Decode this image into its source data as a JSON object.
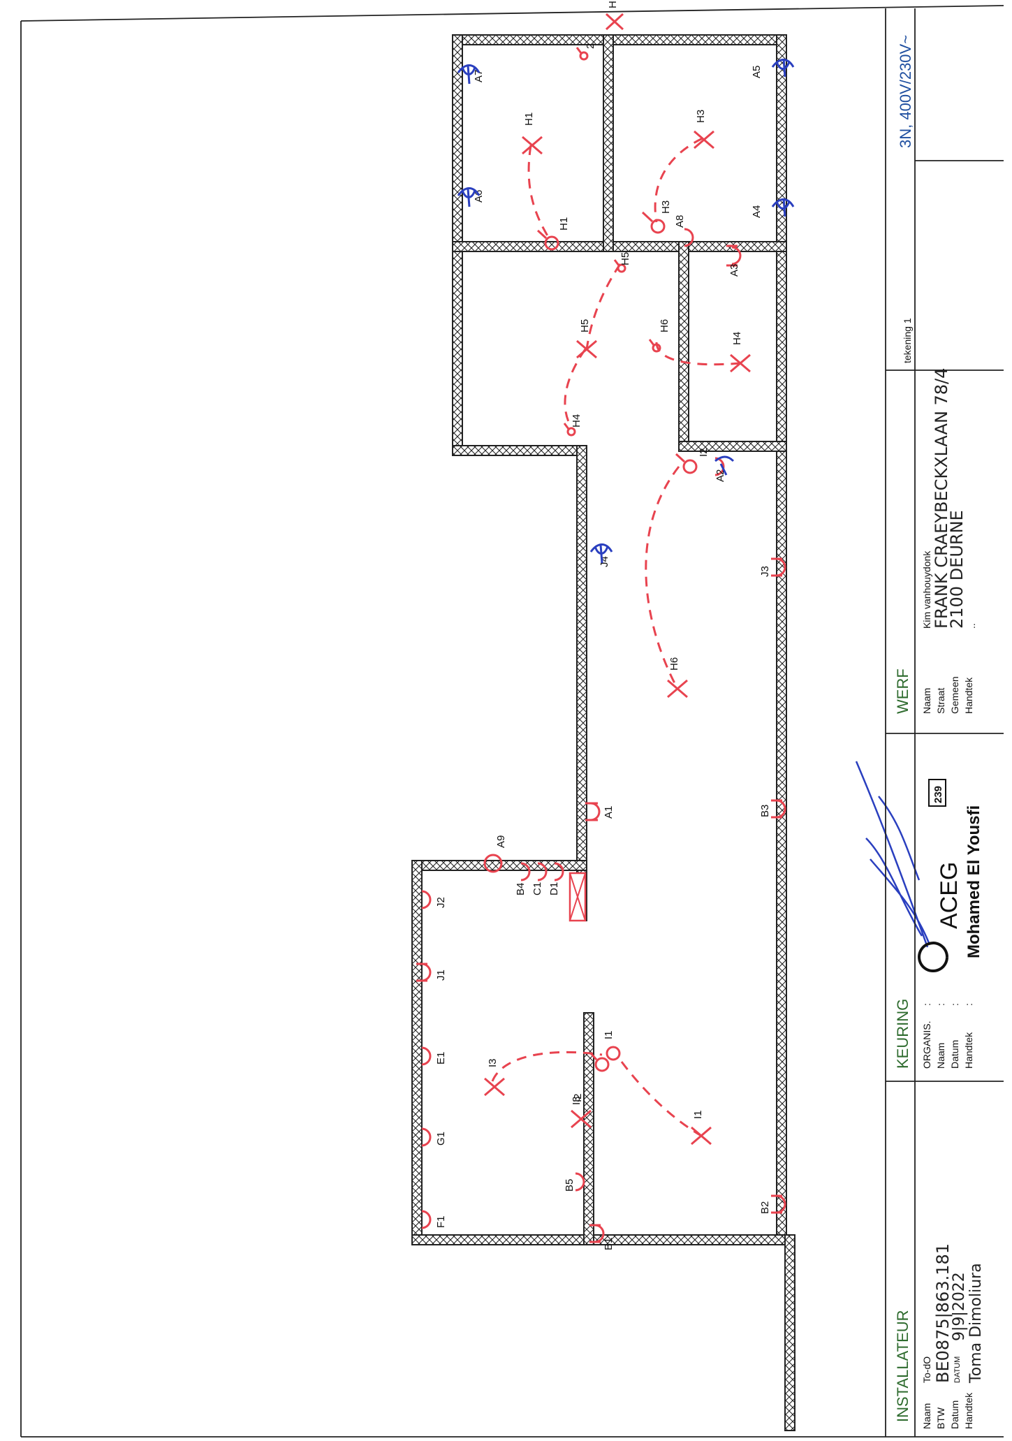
{
  "colors": {
    "symbol": "#e8434f",
    "wall": "#222222",
    "heading": "#2e6b2e",
    "supply": "#1f4fa0",
    "blue_ink": "#2a3fbf"
  },
  "title_block": {
    "supply": "3N, 400V/230V~",
    "drawing": "tekening 1",
    "installateur": {
      "heading": "INSTALLATEUR",
      "fields": [
        "Naam",
        "BTW",
        "Datum",
        "Handtek"
      ],
      "firm": "To-dO",
      "btw_value": "BE0875|863.181",
      "datum_caption": "DATUM",
      "datum_value": "9|9|2022",
      "handtek_value": "Toma Dimoliura"
    },
    "keuring": {
      "heading": "KEURING",
      "fields": [
        "ORGANIS.",
        "Naam",
        "Datum",
        "Handtek"
      ],
      "colons": [
        ":",
        ":",
        ":",
        ":"
      ],
      "logo_text": "ACEG",
      "logo_number": "239",
      "inspector": "Mohamed El Yousfi"
    },
    "werf": {
      "heading": "WERF",
      "fields": [
        "Naam",
        "Straat",
        "Gemeen",
        "Handtek"
      ],
      "naam_value": "Kim vanhouydonk",
      "straat_value": "FRANK CRAEYBECKXLAAN 78/4",
      "gemeente_value": "2100 DEURNE",
      "handtek_value": ".."
    }
  },
  "plan_labels": {
    "lights": [
      "H1",
      "H3",
      "H5",
      "H4",
      "H6",
      "I3",
      "I2",
      "I1",
      "H"
    ],
    "switches": [
      "H1",
      "H3",
      "H5",
      "H4",
      "H6",
      "I2",
      "I3",
      "I1",
      "2"
    ],
    "outlets": [
      "A7",
      "A6",
      "A5",
      "A4",
      "A8",
      "A3",
      "A2",
      "A1",
      "A9",
      "J4",
      "J3",
      "J2",
      "J1",
      "E1",
      "G1",
      "F1",
      "B5",
      "B1",
      "B2",
      "B3",
      "B4",
      "C1",
      "D1"
    ]
  }
}
